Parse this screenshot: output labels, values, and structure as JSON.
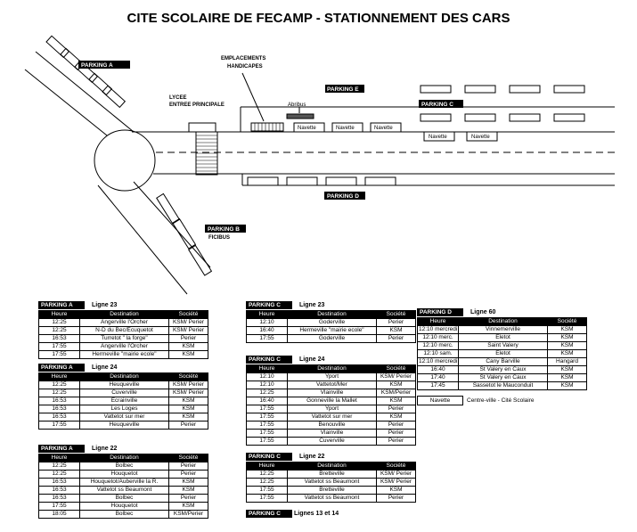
{
  "title": "CITE SCOLAIRE DE FECAMP - STATIONNEMENT DES CARS",
  "map": {
    "parking_a": "PARKING A",
    "parking_b": "PARKING B",
    "parking_c": "PARKING C",
    "parking_d": "PARKING D",
    "parking_e": "PARKING E",
    "ficibus": "FICIBUS",
    "handicap_1": "EMPLACEMENTS",
    "handicap_2": "HANDICAPES",
    "lycee_1": "LYCEE",
    "lycee_2": "ENTREE PRINCIPALE",
    "abribus": "Abribus",
    "navette": "Navette"
  },
  "columns": [
    "Heure",
    "Destination",
    "Société"
  ],
  "blocks": [
    {
      "parking": "PARKING A",
      "ligne": "Ligne 23",
      "rows": [
        [
          "12:25",
          "Angerville l'Orcher",
          "KSM/ Perier"
        ],
        [
          "12:25",
          "N-D du Bec/Ecuquetot",
          "KSM/ Perier"
        ],
        [
          "16:53",
          "Turretot \" la forge\"",
          "Perier"
        ],
        [
          "17:55",
          "Angerville l'Orcher",
          "KSM"
        ],
        [
          "17:55",
          "Hermeville \"mairie ecole\"",
          "KSM"
        ]
      ]
    },
    {
      "parking": "PARKING A",
      "ligne": "Ligne 24",
      "rows": [
        [
          "12:25",
          "Heuqueville",
          "KSM/ Perier"
        ],
        [
          "12:25",
          "Cuverville",
          "KSM/ Perier"
        ],
        [
          "16:53",
          "Ecrainville",
          "KSM"
        ],
        [
          "16:53",
          "Les Loges",
          "KSM"
        ],
        [
          "16:53",
          "Vattetot sur mer",
          "KSM"
        ],
        [
          "17:55",
          "Heuqueville",
          "Perier"
        ]
      ]
    },
    {
      "parking": "PARKING A",
      "ligne": "Ligne 22",
      "rows": [
        [
          "12:25",
          "Bolbec",
          "Perier"
        ],
        [
          "12:25",
          "Houquetot",
          "Perier"
        ],
        [
          "16:53",
          "Houquetot/Auberville la R.",
          "KSM"
        ],
        [
          "16:53",
          "Vattetot ss Beaumont",
          "KSM"
        ],
        [
          "16:53",
          "Bolbec",
          "Perier"
        ],
        [
          "17:55",
          "Houquetot",
          "KSM"
        ],
        [
          "18:05",
          "Bolbec",
          "KSM/Perier"
        ]
      ]
    },
    {
      "parking": "PARKING C",
      "ligne": "Ligne 23",
      "rows": [
        [
          "12:10",
          "Goderville",
          "Perier"
        ],
        [
          "16:40",
          "Hermeville \"mairie ecole\"",
          "KSM"
        ],
        [
          "17:55",
          "Goderville",
          "Perier"
        ]
      ]
    },
    {
      "parking": "PARKING C",
      "ligne": "Ligne 24",
      "rows": [
        [
          "12:10",
          "Yport",
          "KSM/ Perier"
        ],
        [
          "12:10",
          "Vattetot/Mer",
          "KSM"
        ],
        [
          "12:25",
          "Vlainville",
          "KSM/Perier"
        ],
        [
          "16:40",
          "Gonneville la Mallet",
          "KSM"
        ],
        [
          "17:55",
          "Yport",
          "Perier"
        ],
        [
          "17:55",
          "Vattetot sur mer",
          "KSM"
        ],
        [
          "17:55",
          "Benouville",
          "Perier"
        ],
        [
          "17:55",
          "Vlainville",
          "Perier"
        ],
        [
          "17:55",
          "Cuverville",
          "Perier"
        ]
      ]
    },
    {
      "parking": "PARKING C",
      "ligne": "Ligne 22",
      "rows": [
        [
          "12:25",
          "Bretteville",
          "KSM/ Perier"
        ],
        [
          "12:25",
          "Vattetot ss Beaumont",
          "KSM/ Perier"
        ],
        [
          "17:55",
          "Bretteville",
          "KSM"
        ],
        [
          "17:55",
          "Vattetot ss Beaumont",
          "Perier"
        ]
      ]
    },
    {
      "parking": "PARKING D",
      "ligne": "Ligne 60",
      "rows": [
        [
          "12:10 mercredi",
          "Vinnemerville",
          "KSM"
        ],
        [
          "12:10 merc.",
          "Eletot",
          "KSM"
        ],
        [
          "12:10 merc.",
          "Saint Valery",
          "KSM"
        ],
        [
          "12:10 sam.",
          "Eletot",
          "KSM"
        ],
        [
          "12:10 mercredi",
          "Cany Barville",
          "Hangard"
        ],
        [
          "16:40",
          "St Valery en Caux",
          "KSM"
        ],
        [
          "17:40",
          "St Valery en Caux",
          "KSM"
        ],
        [
          "17:45",
          "Sassetot le Mauconduit",
          "KSM"
        ]
      ]
    }
  ],
  "footer_block": {
    "parking": "PARKING C",
    "ligne": "Lignes 13 et 14"
  },
  "legend": {
    "box": "Navette",
    "text": "Centre-ville - Cité Scolaire"
  }
}
